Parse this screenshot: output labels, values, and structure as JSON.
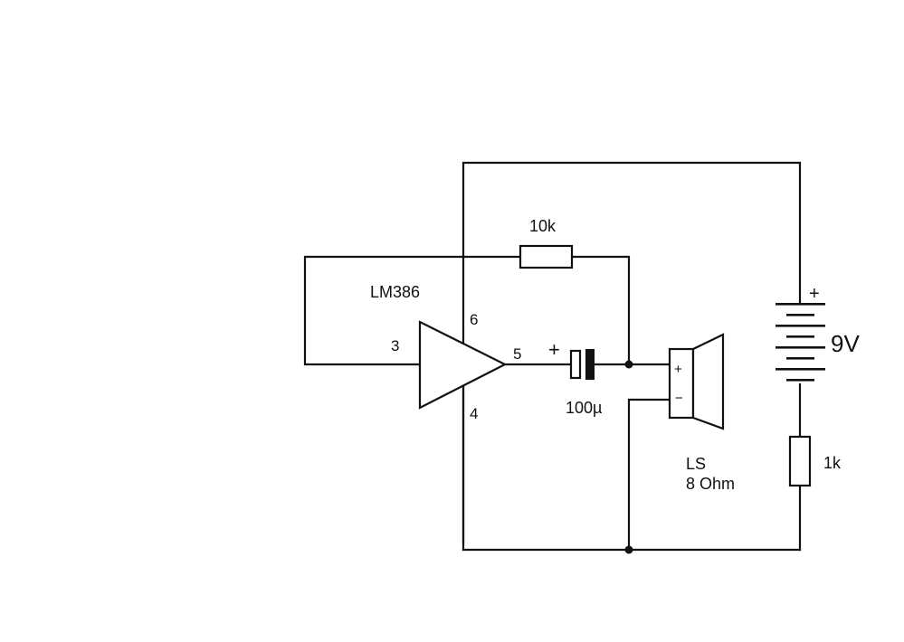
{
  "amplifier": {
    "label": "LM386",
    "pin_in": "3",
    "pin_out": "5",
    "pin_vcc": "6",
    "pin_gnd": "4"
  },
  "feedback_resistor": {
    "label": "10k"
  },
  "capacitor": {
    "label": "100µ",
    "polarity": "+"
  },
  "speaker": {
    "label": "LS",
    "impedance": "8 Ohm",
    "plus": "+",
    "minus": "−"
  },
  "battery": {
    "label": "9V",
    "polarity": "+"
  },
  "series_resistor": {
    "label": "1k"
  }
}
